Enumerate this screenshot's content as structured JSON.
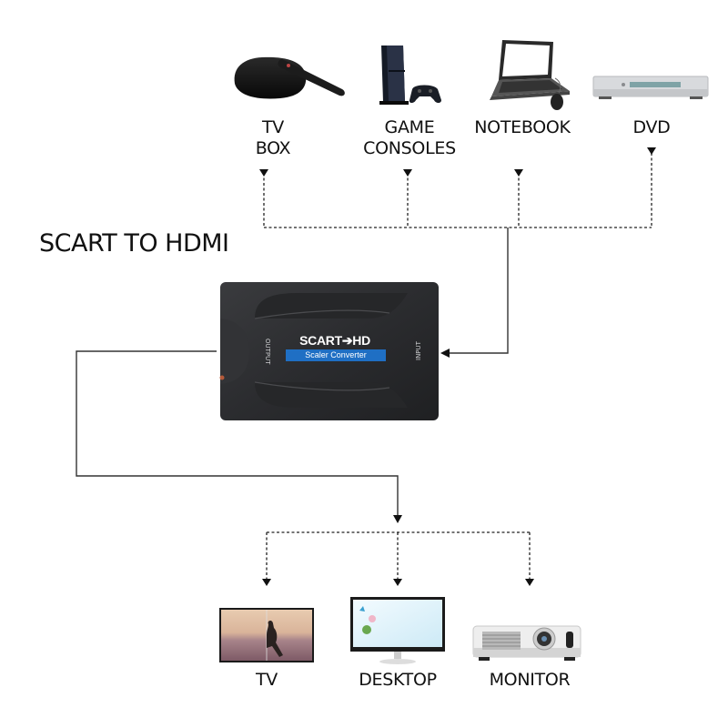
{
  "title": "SCART TO HDMI",
  "inputs": [
    {
      "line1": "TV",
      "line2": "BOX",
      "icon": "tv-box-icon"
    },
    {
      "line1": "GAME",
      "line2": "CONSOLES",
      "icon": "game-console-icon"
    },
    {
      "line1": "NOTEBOOK",
      "line2": "",
      "icon": "laptop-icon"
    },
    {
      "line1": "DVD",
      "line2": "",
      "icon": "dvd-player-icon"
    }
  ],
  "converter": {
    "brand": "SCART➔HD",
    "subtitle": "Scaler Converter",
    "output_port": "OUTPUT",
    "input_port": "INPUT",
    "band_color": "#1f6fc4",
    "body_color": "#2b2c2f"
  },
  "outputs": [
    {
      "label": "TV",
      "icon": "tv-icon"
    },
    {
      "label": "DESKTOP",
      "icon": "desktop-monitor-icon"
    },
    {
      "label": "MONITOR",
      "icon": "projector-icon"
    }
  ]
}
